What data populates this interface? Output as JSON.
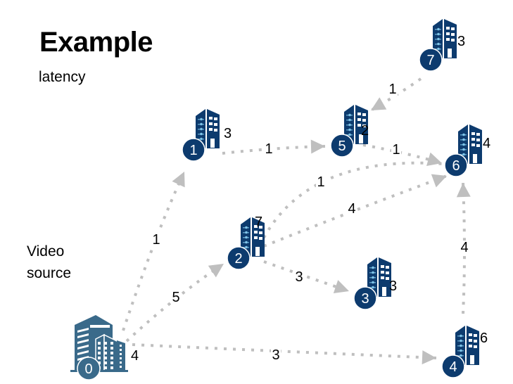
{
  "header": {
    "title": "Example",
    "subtitle": "latency"
  },
  "source_label": [
    "Video",
    "source"
  ],
  "colors": {
    "node_fill": "#0d3b6e",
    "source_fill": "#3a6a8a",
    "window_accent": "#7fc4e8",
    "edge": "#bfbfbf"
  },
  "nodes": [
    {
      "id": "0",
      "latency": "4",
      "kind": "source"
    },
    {
      "id": "1",
      "latency": "3"
    },
    {
      "id": "2",
      "latency": "7"
    },
    {
      "id": "3",
      "latency": "3"
    },
    {
      "id": "4",
      "latency": "6"
    },
    {
      "id": "5",
      "latency": "2"
    },
    {
      "id": "6",
      "latency": "4"
    },
    {
      "id": "7",
      "latency": "3"
    }
  ],
  "edges": [
    {
      "from": "0",
      "to": "1",
      "label": "1"
    },
    {
      "from": "0",
      "to": "2",
      "label": "5"
    },
    {
      "from": "0",
      "to": "4",
      "label": "3"
    },
    {
      "from": "1",
      "to": "5",
      "label": "1"
    },
    {
      "from": "5",
      "to": "6",
      "label": "1"
    },
    {
      "from": "7",
      "to": "5",
      "label": "1"
    },
    {
      "from": "2",
      "to": "6",
      "label": "1",
      "arrow": false
    },
    {
      "from": "2",
      "to": "6",
      "label": "4"
    },
    {
      "from": "2",
      "to": "3",
      "label": "3"
    },
    {
      "from": "4",
      "to": "6",
      "label": "4"
    }
  ]
}
